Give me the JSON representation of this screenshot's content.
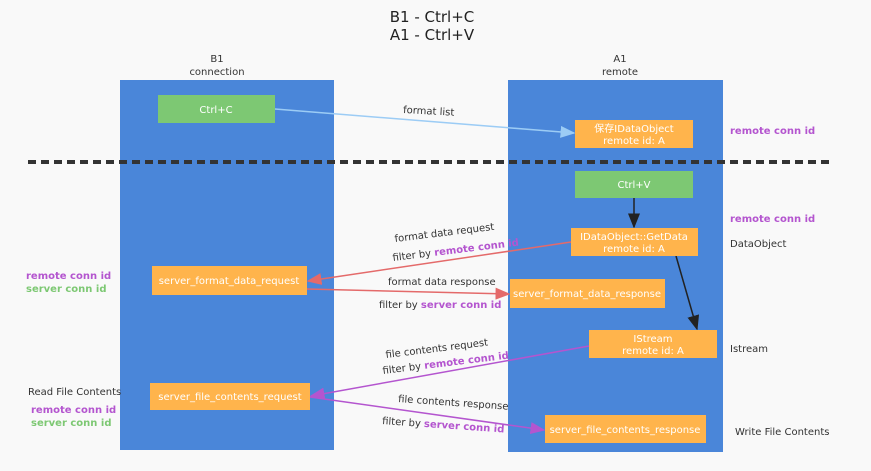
{
  "title": {
    "line1": "B1 - Ctrl+C",
    "line2": "A1 - Ctrl+V"
  },
  "columns": {
    "left": {
      "name": "B1",
      "sub": "connection"
    },
    "right": {
      "name": "A1",
      "sub": "remote"
    }
  },
  "boxes": {
    "ctrl_c": "Ctrl+C",
    "save_obj_1": "保存IDataObject",
    "save_obj_2": "remote id: A",
    "ctrl_v": "Ctrl+V",
    "getdata_1": "IDataObject::GetData",
    "getdata_2": "remote id: A",
    "fmt_req": "server_format_data_request",
    "fmt_resp": "server_format_data_response",
    "istream_1": "IStream",
    "istream_2": "remote id: A",
    "file_req": "server_file_contents_request",
    "file_resp": "server_file_contents_response"
  },
  "arrows": {
    "format_list": "format list",
    "fmt_req": "format data request",
    "fmt_resp": "format data response",
    "file_req": "file contents request",
    "file_resp": "file contents response",
    "filter_by": "filter by",
    "remote_conn_id": "remote conn id",
    "server_conn_id": "server conn id"
  },
  "side_labels": {
    "remote_conn_id": "remote conn id",
    "server_conn_id": "server conn id",
    "data_object": "DataObject",
    "istream": "Istream",
    "write_file": "Write File Contents",
    "read_file": "Read File Contents"
  },
  "colors": {
    "column": "#4a86d9",
    "orange": "#ffb44c",
    "green": "#7dc873",
    "purple": "#b455cf",
    "red": "#e46a6a",
    "lightblue": "#9cccf5"
  }
}
